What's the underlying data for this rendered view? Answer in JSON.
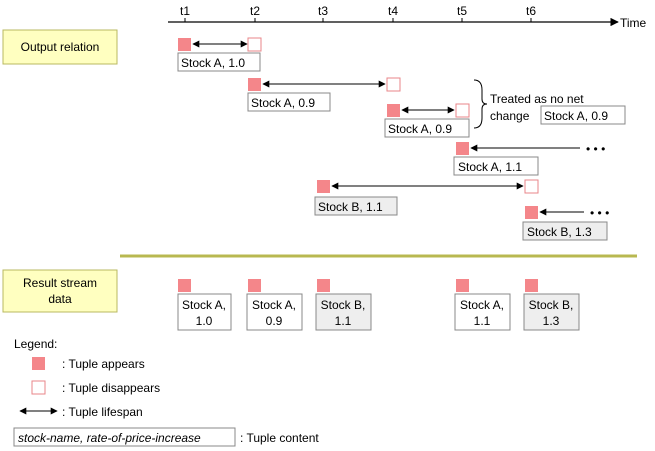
{
  "timeline": {
    "ticks": [
      "t1",
      "t2",
      "t3",
      "t4",
      "t5",
      "t6"
    ],
    "axis_label": "Time"
  },
  "sections": {
    "output_relation": "Output relation",
    "result_stream": [
      "Result stream",
      "data"
    ]
  },
  "tuples": [
    {
      "label": "Stock A, 1.0",
      "appears": "t1",
      "disappears": "t2",
      "shaded": false
    },
    {
      "label": "Stock A, 0.9",
      "appears": "t2",
      "disappears": "t4",
      "shaded": false
    },
    {
      "label": "Stock A, 0.9",
      "appears": "t4",
      "disappears": "t5",
      "shaded": false
    },
    {
      "label": "Stock A, 1.1",
      "appears": "t5",
      "disappears": "",
      "shaded": false
    },
    {
      "label": "Stock B, 1.1",
      "appears": "t3",
      "disappears": "t6",
      "shaded": true
    },
    {
      "label": "Stock B, 1.3",
      "appears": "t6",
      "disappears": "",
      "shaded": true
    }
  ],
  "annotation": {
    "lines": [
      "Treated as no net",
      "change"
    ]
  },
  "continuation": "• • •",
  "result_stream": [
    {
      "lines": [
        "Stock A,",
        "1.0"
      ],
      "shaded": false
    },
    {
      "lines": [
        "Stock A,",
        "0.9"
      ],
      "shaded": false
    },
    {
      "lines": [
        "Stock B,",
        "1.1"
      ],
      "shaded": true
    },
    {
      "lines": [
        "Stock A,",
        "1.1"
      ],
      "shaded": false
    },
    {
      "lines": [
        "Stock B,",
        "1.3"
      ],
      "shaded": true
    }
  ],
  "legend": {
    "title": "Legend:",
    "appears": ": Tuple appears",
    "disappears": ": Tuple disappears",
    "lifespan": ": Tuple lifespan",
    "content_box": "stock-name, rate-of-price-increase",
    "content_label": ": Tuple content"
  },
  "colors": {
    "appear_fill": "#f4868a",
    "disappear_stroke": "#e8868a",
    "section_fill": "#ffffc0",
    "section_stroke": "#b8b860",
    "divider": "#b8b850",
    "shaded_box": "#eeeeee"
  }
}
